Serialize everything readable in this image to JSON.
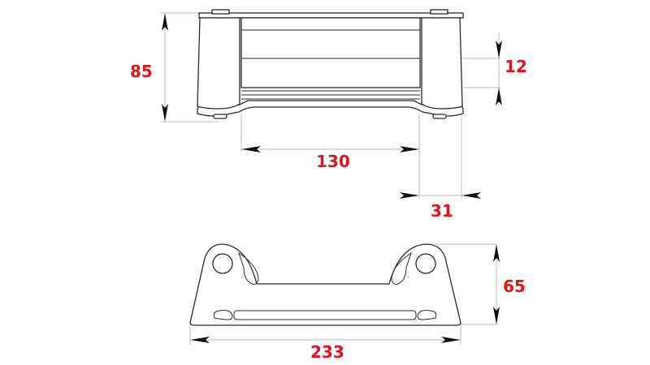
{
  "drawing": {
    "title": "Roller fairlead technical drawing",
    "units": "mm",
    "colors": {
      "dimension_text": "#e0141e",
      "outline": "#2a2a2a",
      "extension_line": "#bdbdbd",
      "background": "#ffffff"
    },
    "top_view": {
      "dimensions": {
        "height": "85",
        "roller_gap": "12",
        "inner_width": "130",
        "side_roller_width": "31"
      }
    },
    "bottom_view": {
      "dimensions": {
        "overall_width": "233",
        "height": "65"
      }
    }
  }
}
